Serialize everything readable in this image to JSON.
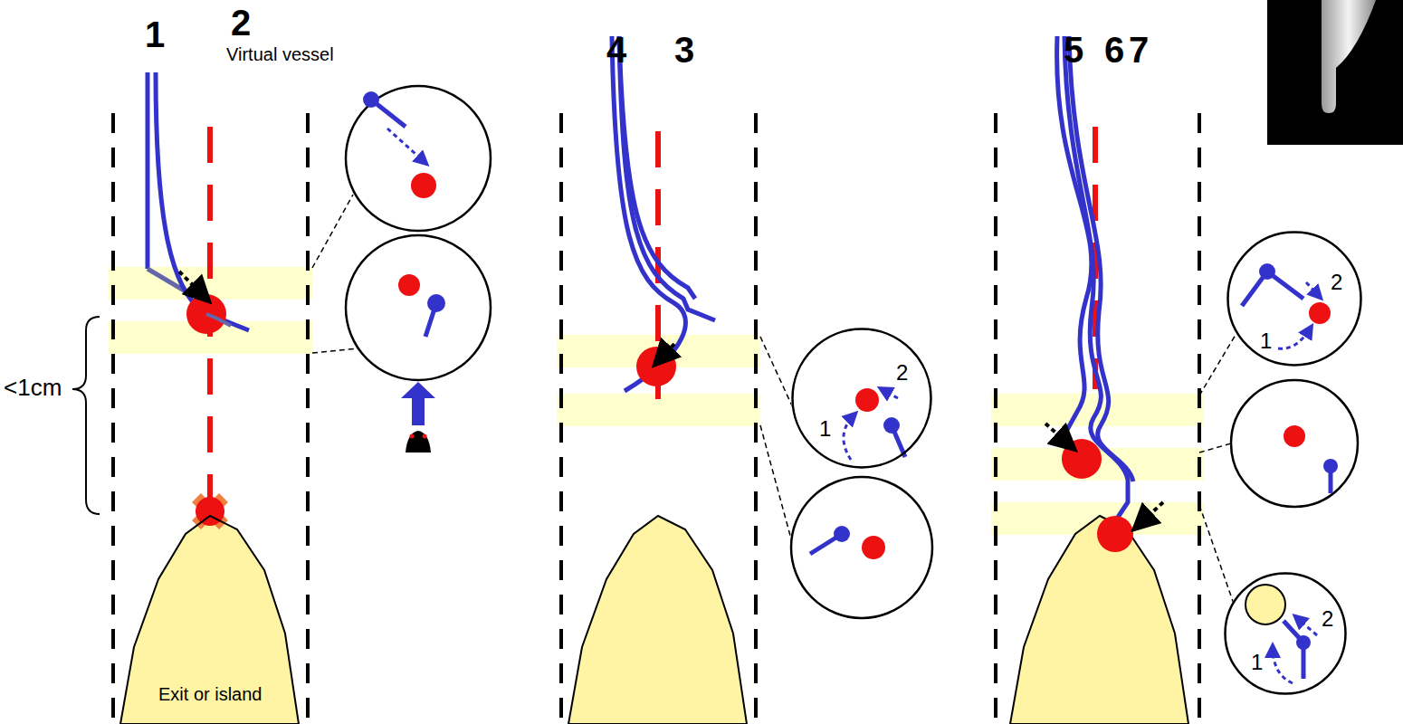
{
  "diagram": {
    "nodes": [
      {
        "text": [
          "Exit or island"
        ]
      },
      {
        "text": [
          "2",
          "1"
        ]
      },
      {
        "text": [
          "2",
          "1"
        ]
      },
      {
        "text": [
          "2",
          "1"
        ]
      }
    ],
    "labels": [
      "1",
      "2",
      "Virtual vessel",
      "4",
      "3",
      "5",
      "6",
      "7",
      "<1cm"
    ]
  }
}
